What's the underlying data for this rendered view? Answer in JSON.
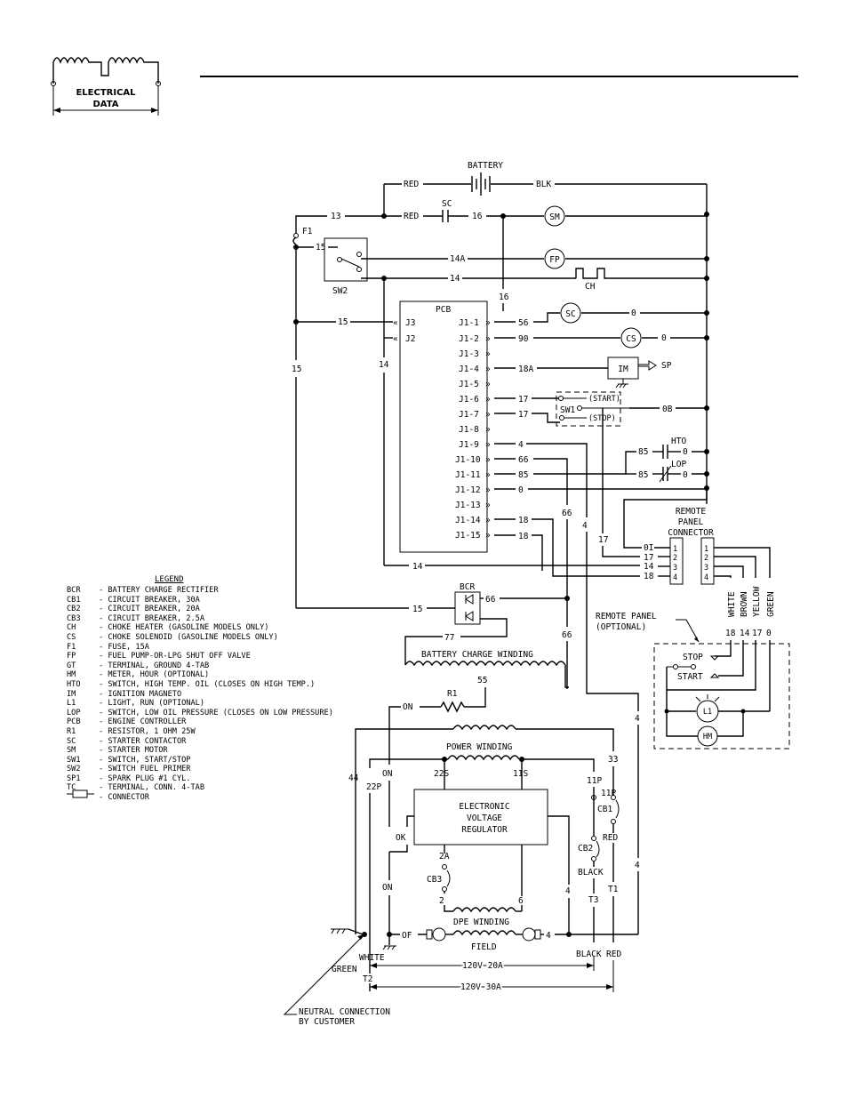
{
  "header": {
    "logo_text_line1": "ELECTRICAL",
    "logo_text_line2": "DATA"
  },
  "components": {
    "battery": "BATTERY",
    "f1": "F1",
    "sw2": "SW2",
    "sc_contact": "SC",
    "sm": "SM",
    "fp": "FP",
    "ch": "CH",
    "pcb": "PCB",
    "sc_coil": "SC",
    "cs": "CS",
    "im": "IM",
    "sp": "SP",
    "sw1": "SW1",
    "sw1_start": "(START)",
    "sw1_stop": "(STOP)",
    "hto": "HTO",
    "lop": "LOP",
    "remote_connector": [
      "REMOTE",
      "PANEL",
      "CONNECTOR"
    ],
    "bcr": "BCR",
    "battery_charge_winding": "BATTERY CHARGE WINDING",
    "r1": "R1",
    "power_winding": "POWER WINDING",
    "evr": [
      "ELECTRONIC",
      "VOLTAGE",
      "REGULATOR"
    ],
    "dpe_winding": "DPE WINDING",
    "field": "FIELD",
    "cb1": "CB1",
    "cb2": "CB2",
    "cb3": "CB3",
    "remote_panel": [
      "REMOTE PANEL",
      "(OPTIONAL)"
    ],
    "stop": "STOP",
    "start": "START",
    "l1": "L1",
    "hm": "HM"
  },
  "wires": {
    "red": "RED",
    "blk": "BLK",
    "black": "BLACK",
    "white": "WHITE",
    "green": "GREEN",
    "w13": "13",
    "w14": "14",
    "w14a": "14A",
    "w15": "15",
    "w16": "16",
    "w17": "17",
    "w18": "18",
    "w18a": "18A",
    "w4": "4",
    "w56": "56",
    "w90": "90",
    "w66": "66",
    "w77": "77",
    "w85": "85",
    "w55": "55",
    "w0": "0",
    "w0b": "0B",
    "w0i": "0I",
    "w33": "33",
    "w44": "44",
    "w22p": "22P",
    "w22s": "22S",
    "w11s": "11S",
    "w11p": "11P",
    "w2a": "2A",
    "w2": "2",
    "w6": "6",
    "on": "ON",
    "ok": "OK",
    "of": "OF",
    "t1": "T1",
    "t2": "T2",
    "t3": "T3",
    "v120_20": "120V  20A",
    "v120_30": "120V  30A"
  },
  "pcb_jacks": {
    "j3": "J3",
    "j2": "J2",
    "pins": [
      "J1-1",
      "J1-2",
      "J1-3",
      "J1-4",
      "J1-5",
      "J1-6",
      "J1-7",
      "J1-8",
      "J1-9",
      "J1-10",
      "J1-11",
      "J1-12",
      "J1-13",
      "J1-14",
      "J1-15"
    ]
  },
  "remote": {
    "pin_labels": [
      "1",
      "2",
      "3",
      "4"
    ],
    "wire_colors": [
      "WHITE",
      "BROWN",
      "YELLOW",
      "GREEN"
    ],
    "wire_nums": [
      "18",
      "14",
      "17",
      "0"
    ]
  },
  "neutral_note": [
    "NEUTRAL CONNECTION",
    "BY CUSTOMER"
  ],
  "legend": {
    "title": "LEGEND",
    "items": [
      {
        "code": "BCR",
        "desc": "- BATTERY CHARGE RECTIFIER"
      },
      {
        "code": "CB1",
        "desc": "- CIRCUIT BREAKER, 30A"
      },
      {
        "code": "CB2",
        "desc": "- CIRCUIT BREAKER, 20A"
      },
      {
        "code": "CB3",
        "desc": "- CIRCUIT BREAKER, 2.5A"
      },
      {
        "code": "CH",
        "desc": "- CHOKE HEATER (GASOLINE MODELS ONLY)"
      },
      {
        "code": "CS",
        "desc": "- CHOKE SOLENOID (GASOLINE MODELS ONLY)"
      },
      {
        "code": "F1",
        "desc": "- FUSE, 15A"
      },
      {
        "code": "FP",
        "desc": "- FUEL PUMP-OR-LPG SHUT OFF VALVE"
      },
      {
        "code": "GT",
        "desc": "- TERMINAL, GROUND 4-TAB"
      },
      {
        "code": "HM",
        "desc": "- METER, HOUR (OPTIONAL)"
      },
      {
        "code": "HTO",
        "desc": "- SWITCH, HIGH TEMP. OIL (CLOSES ON HIGH TEMP.)"
      },
      {
        "code": "IM",
        "desc": "- IGNITION MAGNETO"
      },
      {
        "code": "L1",
        "desc": "- LIGHT, RUN (OPTIONAL)"
      },
      {
        "code": "LOP",
        "desc": "- SWITCH, LOW OIL PRESSURE (CLOSES ON LOW PRESSURE)"
      },
      {
        "code": "PCB",
        "desc": "- ENGINE CONTROLLER"
      },
      {
        "code": "R1",
        "desc": "- RESISTOR, 1 OHM 25W"
      },
      {
        "code": "SC",
        "desc": "- STARTER CONTACTOR"
      },
      {
        "code": "SM",
        "desc": "- STARTER MOTOR"
      },
      {
        "code": "SW1",
        "desc": "- SWITCH, START/STOP"
      },
      {
        "code": "SW2",
        "desc": "- SWITCH FUEL PRIMER"
      },
      {
        "code": "SP1",
        "desc": "- SPARK PLUG #1 CYL."
      },
      {
        "code": "TC",
        "desc": "- TERMINAL, CONN. 4-TAB"
      },
      {
        "code": "",
        "desc": "- CONNECTOR"
      }
    ]
  }
}
